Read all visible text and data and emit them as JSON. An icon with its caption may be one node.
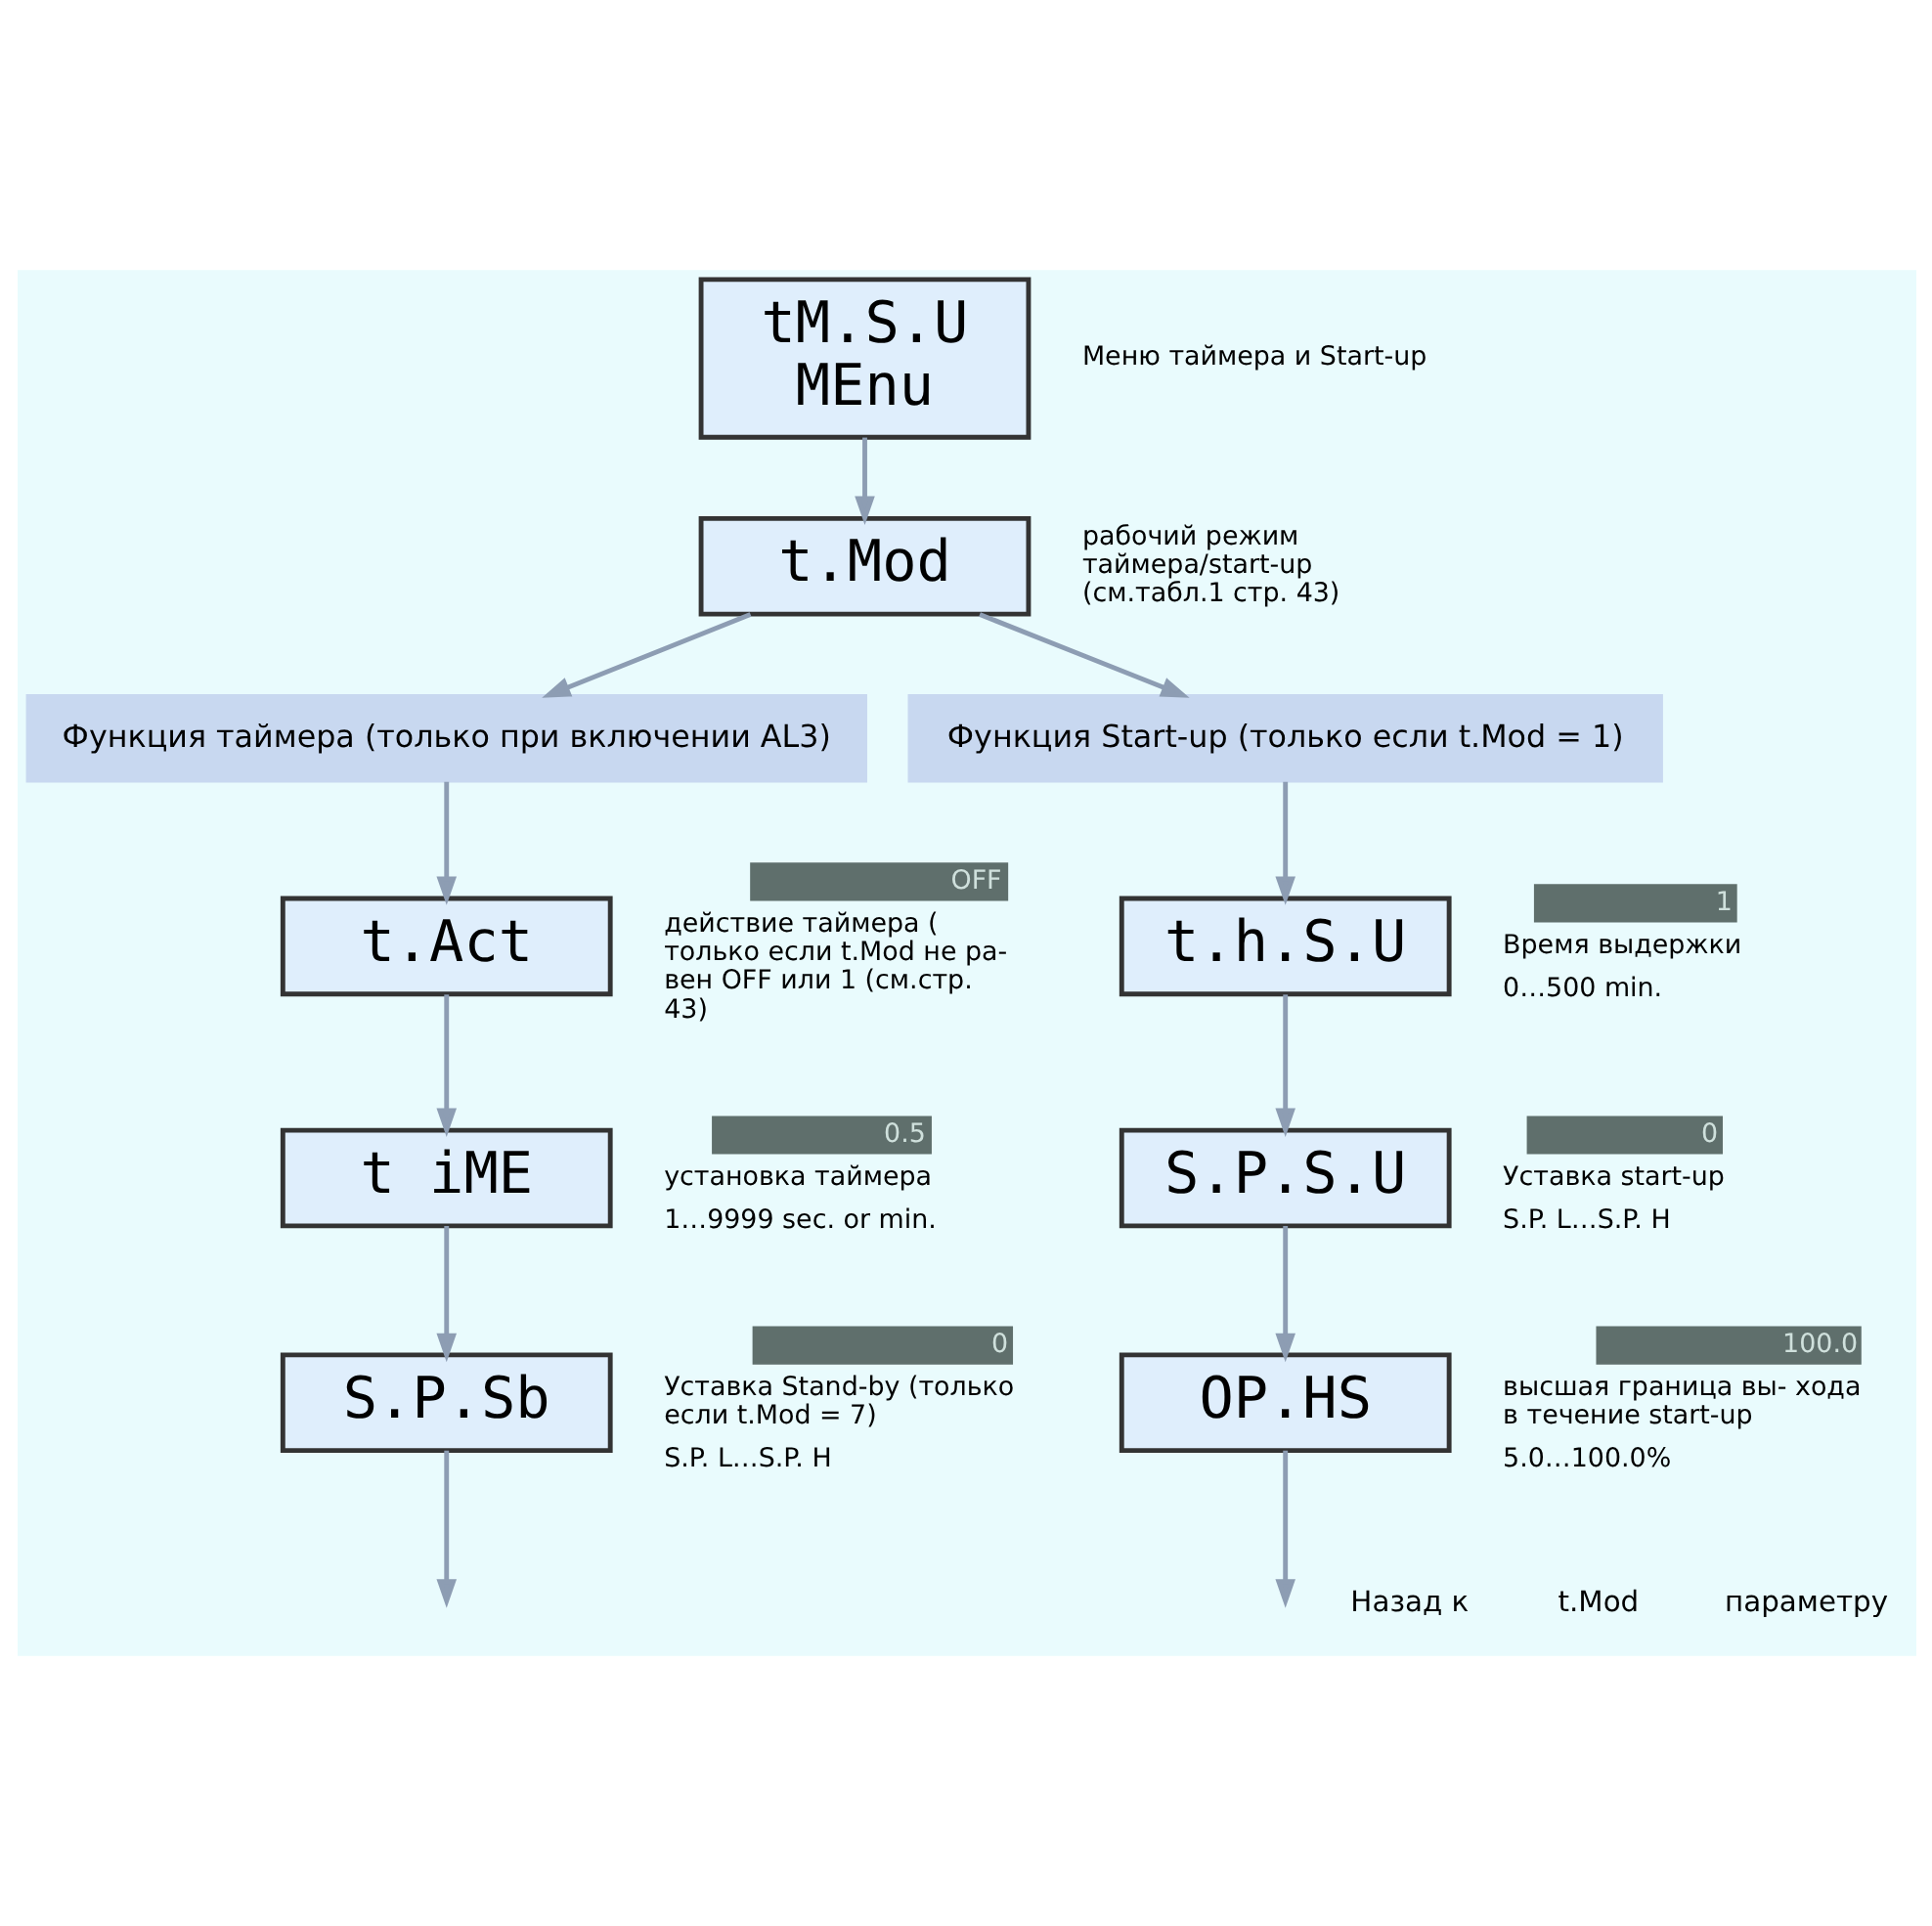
{
  "diagram": {
    "nodes": [
      {
        "text": [
          "tM.S.U",
          "MEnu"
        ],
        "beside": [
          "Меню таймера и Start-up"
        ]
      },
      {
        "text": [
          "t.Mod"
        ],
        "beside": [
          "рабочий режим таймера/start-up (см.табл.1 стр. 43)"
        ]
      },
      {
        "text": [
          "Функция таймера (только при включении AL3)"
        ]
      },
      {
        "text": [
          "Функция Start-up (только если t.Mod = 1)"
        ]
      },
      {
        "text": [
          "t.Act"
        ],
        "beside": [
          "OFF",
          "действие таймера ( только если t.Mod не ра- вен OFF или 1 (см.стр. 43)"
        ]
      },
      {
        "text": [
          "t iME"
        ],
        "beside": [
          "0.5",
          "установка таймера",
          "1…9999 sec. or min."
        ]
      },
      {
        "text": [
          "S.P.Sb"
        ],
        "beside": [
          "0",
          "Уставка Stand-by (только если t.Mod = 7)",
          "S.P. L…S.P. H"
        ]
      },
      {
        "text": [
          "t.h.S.U"
        ],
        "beside": [
          "1",
          "Время выдержки",
          "0…500 min."
        ]
      },
      {
        "text": [
          "S.P.S.U"
        ],
        "beside": [
          "0",
          "Уставка start-up",
          "S.P. L…S.P. H"
        ]
      },
      {
        "text": [
          "OP.HS"
        ],
        "beside": [
          "100.0",
          "высшая граница вы- хода в течение start-up",
          "5.0…100.0%"
        ]
      }
    ],
    "edges": [
      {
        "from": 0,
        "to": 1,
        "arrow": "to"
      },
      {
        "from": 1,
        "to": 2,
        "arrow": "to"
      },
      {
        "from": 1,
        "to": 3,
        "arrow": "to"
      },
      {
        "from": 2,
        "to": 4,
        "arrow": "to"
      },
      {
        "from": 4,
        "to": 5,
        "arrow": "to"
      },
      {
        "from": 5,
        "to": 6,
        "arrow": "to"
      },
      {
        "from": 6,
        "to": null,
        "arrow": "to"
      },
      {
        "from": 3,
        "to": 7,
        "arrow": "to"
      },
      {
        "from": 7,
        "to": 8,
        "arrow": "to"
      },
      {
        "from": 8,
        "to": 9,
        "arrow": "to"
      },
      {
        "from": 9,
        "to": null,
        "arrow": "to"
      }
    ],
    "labels": [
      "Назад к",
      "t.Mod",
      "параметру"
    ]
  }
}
